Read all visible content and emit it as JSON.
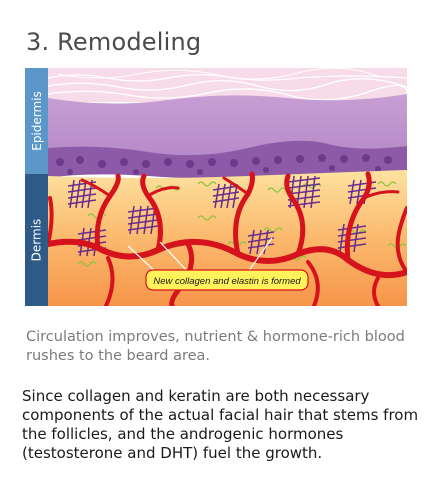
{
  "title": "3. Remodeling",
  "layers": {
    "epidermis": "Epidermis",
    "dermis": "Dermis"
  },
  "callout": "New collagen and elastin is formed",
  "caption": "Circulation improves, nutrient & hormone-rich blood rushes to the beard area.",
  "body": "Since collagen and keratin are both necessary components of the actual facial hair that stems from the follicles, and the androgenic hormones (testosterone and DHT) fuel the growth.",
  "colors": {
    "epidermis_label": "#5b97c9",
    "dermis_label": "#2d5a86",
    "vessel": "#d6121c",
    "collagen": "#6a2c8e",
    "elastin": "#8cc63f",
    "callout_fill": "#fff25a"
  }
}
